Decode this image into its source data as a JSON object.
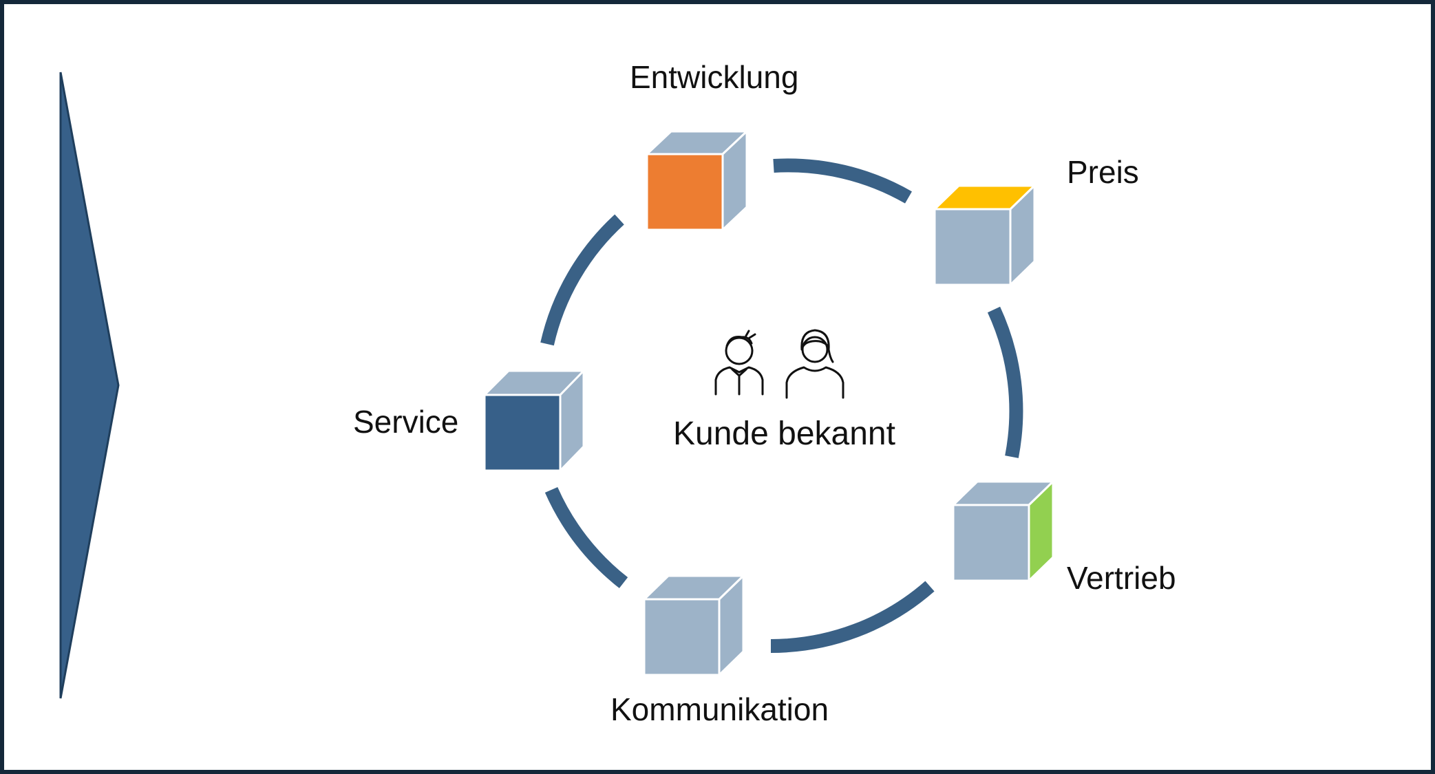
{
  "center": {
    "label": "Kunde bekannt"
  },
  "nodes": [
    {
      "id": "entwicklung",
      "label": "Entwicklung",
      "highlight_face": "front",
      "highlight_color": "#ed7d31"
    },
    {
      "id": "preis",
      "label": "Preis",
      "highlight_face": "top",
      "highlight_color": "#ffc000"
    },
    {
      "id": "vertrieb",
      "label": "Vertrieb",
      "highlight_face": "side",
      "highlight_color": "#92d050"
    },
    {
      "id": "kommunikation",
      "label": "Kommunikation",
      "highlight_face": "none",
      "highlight_color": ""
    },
    {
      "id": "service",
      "label": "Service",
      "highlight_face": "front",
      "highlight_color": "#376089"
    }
  ],
  "colors": {
    "ring": "#3a6186",
    "cube_base": "#9db3c8",
    "arrow": "#376089",
    "frame": "#14283a"
  },
  "icons": [
    "male-person-icon",
    "female-person-icon"
  ]
}
